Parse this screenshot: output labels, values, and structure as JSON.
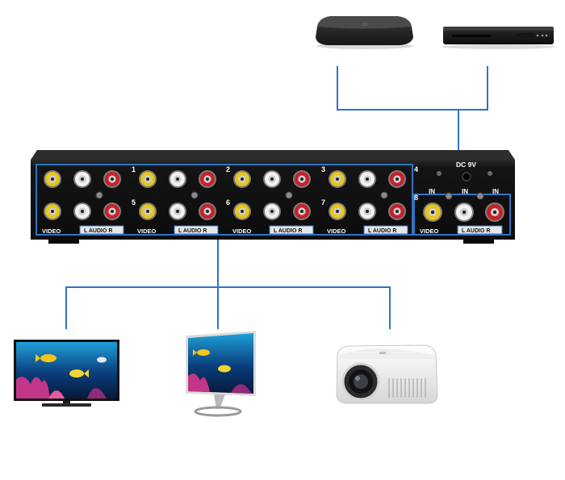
{
  "splitter": {
    "power_label": "DC 9V",
    "port_numbers": [
      "1",
      "2",
      "3",
      "4",
      "5",
      "6",
      "7",
      "8"
    ],
    "video_label": "VIDEO",
    "audio_label": "L  AUDIO  R",
    "in_label": "IN"
  },
  "colors": {
    "video_jack": "#e8c51a",
    "audio_left_jack": "#f2f2f2",
    "audio_right_jack": "#c8202a",
    "wire": "#2f73c6",
    "device_body": "#1b1b1b"
  },
  "sources": [
    {
      "name": "tv-box",
      "icon": "set-top-box-icon"
    },
    {
      "name": "dvd-player",
      "icon": "dvd-player-icon"
    }
  ],
  "displays": [
    {
      "name": "television",
      "icon": "tv-icon"
    },
    {
      "name": "monitor",
      "icon": "monitor-icon"
    },
    {
      "name": "projector",
      "icon": "projector-icon"
    }
  ]
}
